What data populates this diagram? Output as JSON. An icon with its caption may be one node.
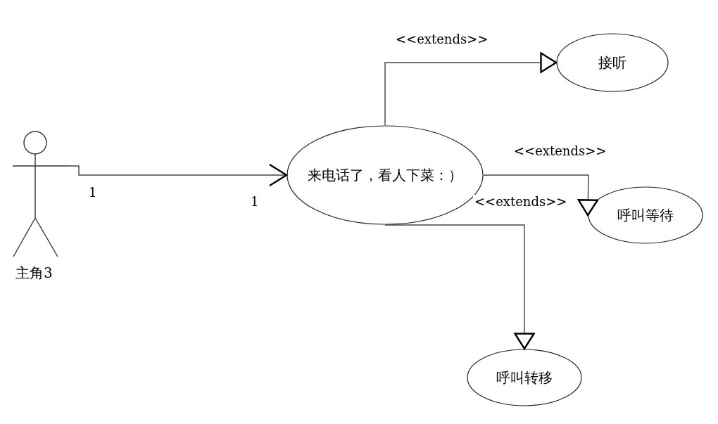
{
  "diagram": {
    "nodes": [
      {
        "text": [
          "主角3"
        ]
      },
      {
        "text": [
          "来电话了，看人下菜：）"
        ]
      },
      {
        "text": [
          "接听"
        ]
      },
      {
        "text": [
          "呼叫等待"
        ]
      },
      {
        "text": [
          "呼叫转移"
        ]
      }
    ],
    "edges": [
      {
        "from": 0,
        "to": 1,
        "arrow": "to"
      },
      {
        "from": 1,
        "to": 2,
        "arrow": "to",
        "label": "<<extends>>"
      },
      {
        "from": 1,
        "to": 3,
        "arrow": "to",
        "label": "<<extends>>"
      },
      {
        "from": 1,
        "to": 4,
        "arrow": "to",
        "label": "<<extends>>"
      }
    ],
    "labels": [
      "1",
      "1"
    ]
  }
}
